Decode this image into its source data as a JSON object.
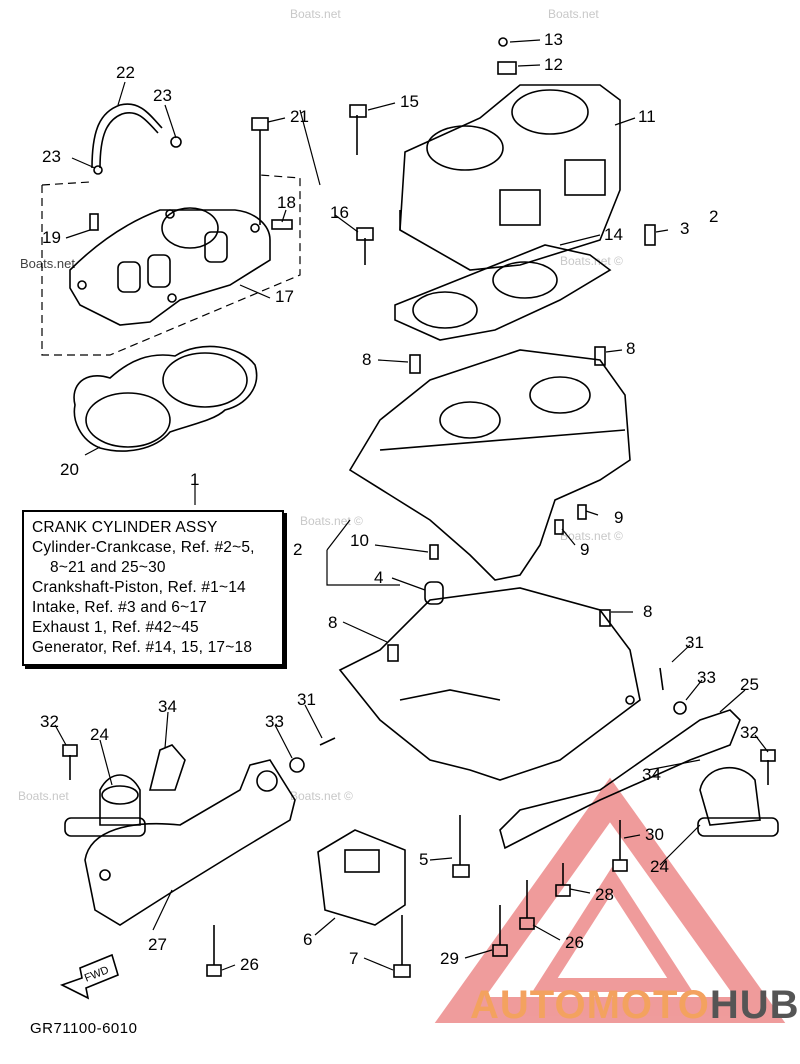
{
  "assembly_box": {
    "title": "CRANK CYLINDER ASSY",
    "lines": [
      "Cylinder-Crankcase, Ref. #2~5,",
      "8~21 and 25~30",
      "Crankshaft-Piston, Ref. #1~14",
      "Intake, Ref. #3 and 6~17",
      "Exhaust 1, Ref. #42~45",
      "Generator, Ref. #14, 15, 17~18"
    ]
  },
  "figure_code": "GR71100-6010",
  "fwd_label": "FWD",
  "callouts": {
    "c1": "1",
    "c2a": "2",
    "c2b": "2",
    "c3": "3",
    "c4": "4",
    "c5": "5",
    "c6": "6",
    "c7": "7",
    "c8a": "8",
    "c8b": "8",
    "c8c": "8",
    "c8d": "8",
    "c9a": "9",
    "c9b": "9",
    "c10": "10",
    "c11": "11",
    "c12": "12",
    "c13": "13",
    "c14": "14",
    "c15": "15",
    "c16": "16",
    "c17": "17",
    "c18": "18",
    "c19": "19",
    "c20": "20",
    "c21": "21",
    "c22": "22",
    "c23a": "23",
    "c23b": "23",
    "c24a": "24",
    "c24b": "24",
    "c25": "25",
    "c26a": "26",
    "c26b": "26",
    "c27": "27",
    "c28": "28",
    "c29": "29",
    "c30": "30",
    "c31a": "31",
    "c31b": "31",
    "c32a": "32",
    "c32b": "32",
    "c33a": "33",
    "c33b": "33",
    "c34a": "34",
    "c34b": "34"
  },
  "watermarks": {
    "w1": "Boats.net",
    "w2": "Boats.net",
    "w3": "Boats.net ©",
    "w4": "Boats.net ©",
    "w5": "Boats.net ©",
    "w6": "Boats.net",
    "w7": "Boats.net ©",
    "w8": "Boats.net"
  },
  "brand": {
    "part1": "AUTOMOTO",
    "part2": "HUB"
  },
  "colors": {
    "brand_orange": "#f3a25f",
    "brand_gray": "#555555",
    "logo_red": "#e24a4a"
  }
}
